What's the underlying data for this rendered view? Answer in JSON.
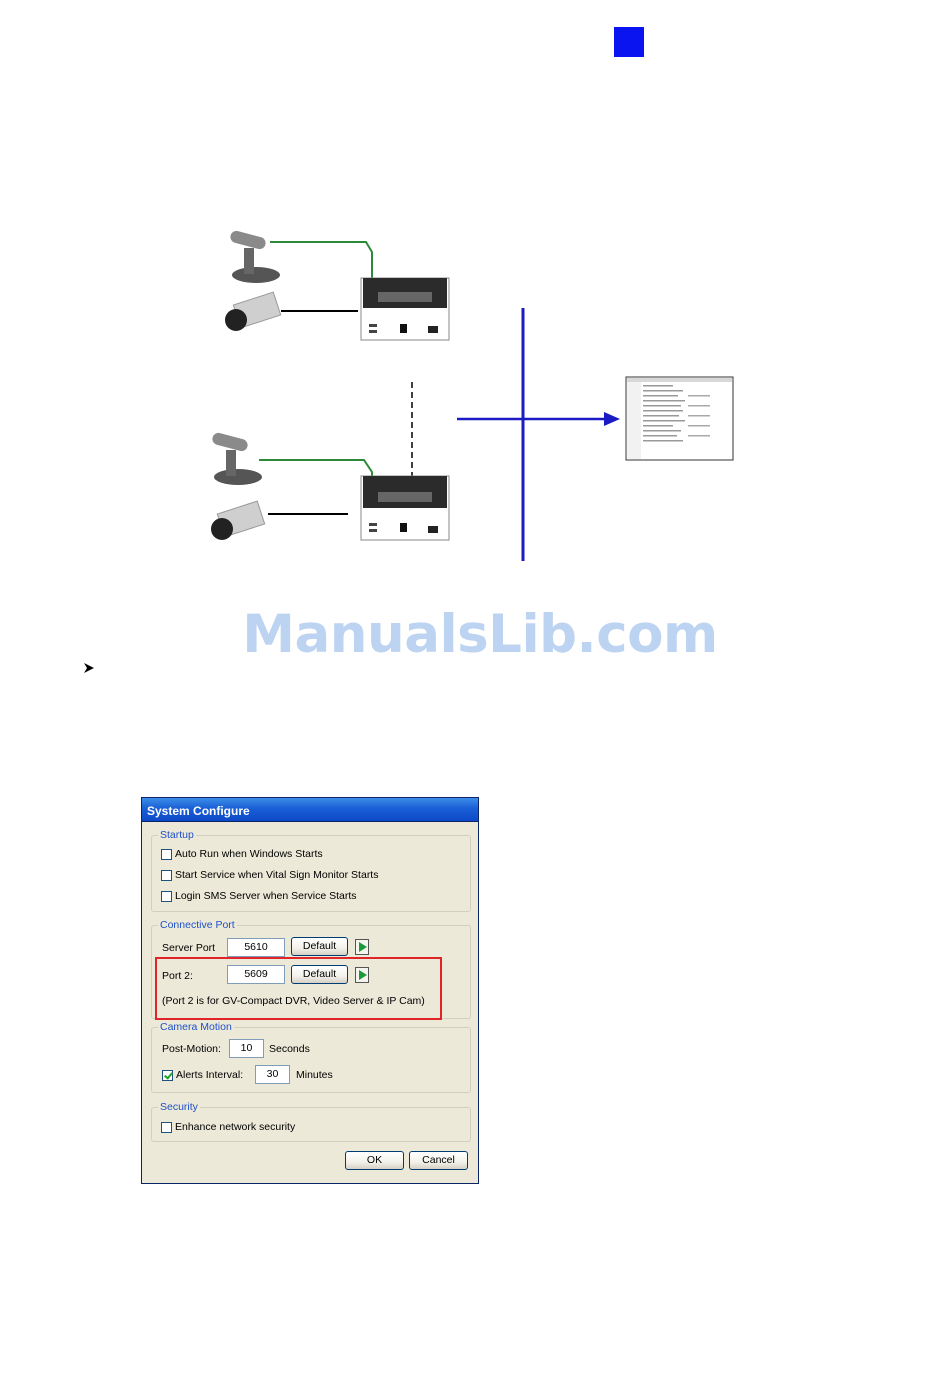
{
  "colors": {
    "marker_blue": "#0a14f0",
    "network_blue": "#1b1bc4",
    "audio_green": "#2c8a3a",
    "watermark": "#bcd3f1",
    "highlight_red": "#e0242a"
  },
  "icons": {
    "microphone": "microphone-icon",
    "camera": "camera-icon",
    "dvr": "dvr-device-icon",
    "monitor": "monitor-screen-icon",
    "bullet": "arrowhead-bullet-icon"
  },
  "watermark": "ManualsLib.com",
  "dialog": {
    "title": "System Configure",
    "startup": {
      "legend": "Startup",
      "items": [
        {
          "label": "Auto Run when Windows Starts",
          "checked": false
        },
        {
          "label": "Start Service when Vital Sign Monitor Starts",
          "checked": false
        },
        {
          "label": "Login SMS Server when Service Starts",
          "checked": false
        }
      ]
    },
    "connective_port": {
      "legend": "Connective Port",
      "server_port_label": "Server Port",
      "server_port_value": "5610",
      "port2_label": "Port 2:",
      "port2_value": "5609",
      "default_label": "Default",
      "note": "(Port 2 is for GV-Compact DVR, Video Server & IP Cam)"
    },
    "camera_motion": {
      "legend": "Camera Motion",
      "post_motion_label": "Post-Motion:",
      "post_motion_value": "10",
      "post_motion_unit": "Seconds",
      "alerts_label": "Alerts Interval:",
      "alerts_checked": true,
      "alerts_value": "30",
      "alerts_unit": "Minutes"
    },
    "security": {
      "legend": "Security",
      "enhance_label": "Enhance network security",
      "enhance_checked": false
    },
    "ok_label": "OK",
    "cancel_label": "Cancel"
  }
}
